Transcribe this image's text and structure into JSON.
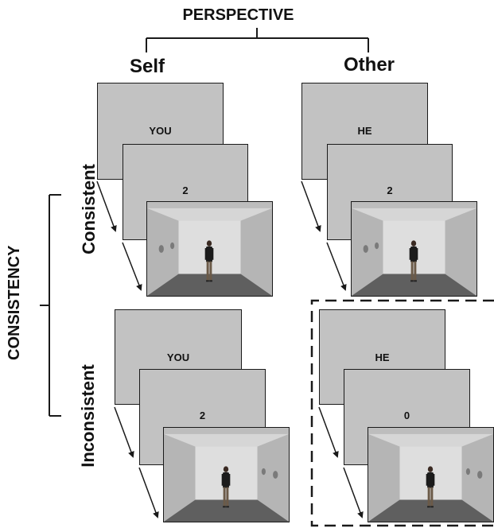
{
  "perspective_label": "PERSPECTIVE",
  "consistency_label": "CONSISTENCY",
  "columns": {
    "self": "Self",
    "other": "Other"
  },
  "rows": {
    "consistent": "Consistent",
    "inconsistent": "Inconsistent"
  },
  "panels": {
    "self_consistent": {
      "pronoun": "YOU",
      "number": "2",
      "discs_side": "left"
    },
    "other_consistent": {
      "pronoun": "HE",
      "number": "2",
      "discs_side": "left"
    },
    "self_inconsistent": {
      "pronoun": "YOU",
      "number": "2",
      "discs_side": "right"
    },
    "other_inconsistent": {
      "pronoun": "HE",
      "number": "0",
      "discs_side": "right",
      "highlighted": true
    }
  },
  "colors": {
    "screen": "#c2c2c2",
    "floor": "#5f5f5f",
    "disc": "#7a7a7a",
    "outline": "#1a1a1a"
  }
}
